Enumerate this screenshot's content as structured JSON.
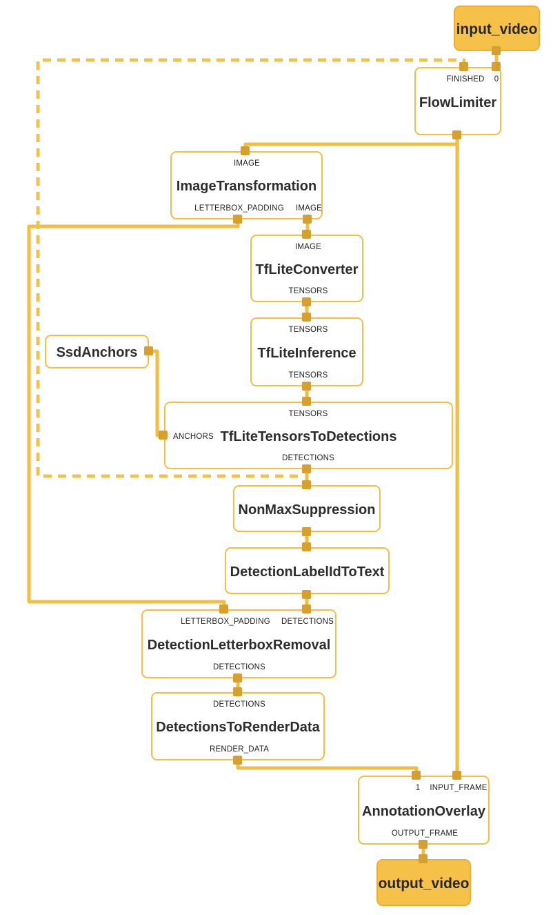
{
  "colors": {
    "edge": "#F2BD43",
    "dashed_edge": "#F4C04C",
    "port_marker": "#D5A02F",
    "node_border": "#F3BE45",
    "node_fill": "#FFFFFF",
    "terminal_fill": "#F6C148",
    "terminal_border": "#EBAE3C",
    "text": "#2D2D2D"
  },
  "nodes": {
    "input_video": {
      "label": "input_video"
    },
    "flow_limiter": {
      "label": "FlowLimiter",
      "ports": {
        "finished": "FINISHED",
        "zero": "0"
      }
    },
    "image_transformation": {
      "label": "ImageTransformation",
      "ports": {
        "image_in": "IMAGE",
        "letterbox_padding_out": "LETTERBOX_PADDING",
        "image_out": "IMAGE"
      }
    },
    "tflite_converter": {
      "label": "TfLiteConverter",
      "ports": {
        "image_in": "IMAGE",
        "tensors_out": "TENSORS"
      }
    },
    "tflite_inference": {
      "label": "TfLiteInference",
      "ports": {
        "tensors_in": "TENSORS",
        "tensors_out": "TENSORS"
      }
    },
    "ssd_anchors": {
      "label": "SsdAnchors"
    },
    "tflite_tensors_to_detections": {
      "label": "TfLiteTensorsToDetections",
      "ports": {
        "tensors_in": "TENSORS",
        "anchors_in": "ANCHORS",
        "detections_out": "DETECTIONS"
      }
    },
    "non_max_suppression": {
      "label": "NonMaxSuppression"
    },
    "detection_label_id_to_text": {
      "label": "DetectionLabelIdToText"
    },
    "detection_letterbox_removal": {
      "label": "DetectionLetterboxRemoval",
      "ports": {
        "letterbox_padding_in": "LETTERBOX_PADDING",
        "detections_in": "DETECTIONS",
        "detections_out": "DETECTIONS"
      }
    },
    "detections_to_render_data": {
      "label": "DetectionsToRenderData",
      "ports": {
        "detections_in": "DETECTIONS",
        "render_data_out": "RENDER_DATA"
      }
    },
    "annotation_overlay": {
      "label": "AnnotationOverlay",
      "ports": {
        "one_in": "1",
        "input_frame_in": "INPUT_FRAME",
        "output_frame_out": "OUTPUT_FRAME"
      }
    },
    "output_video": {
      "label": "output_video"
    }
  },
  "edges": [
    {
      "from": "input_video",
      "to": "FlowLimiter:0",
      "style": "solid"
    },
    {
      "from": "FlowLimiter",
      "to": "ImageTransformation:IMAGE",
      "style": "solid"
    },
    {
      "from": "FlowLimiter",
      "to": "AnnotationOverlay:INPUT_FRAME",
      "style": "solid"
    },
    {
      "from": "TfLiteTensorsToDetections:DETECTIONS",
      "to": "FlowLimiter:FINISHED",
      "style": "dashed"
    },
    {
      "from": "ImageTransformation:LETTERBOX_PADDING",
      "to": "DetectionLetterboxRemoval:LETTERBOX_PADDING",
      "style": "solid"
    },
    {
      "from": "ImageTransformation:IMAGE",
      "to": "TfLiteConverter:IMAGE",
      "style": "solid"
    },
    {
      "from": "TfLiteConverter:TENSORS",
      "to": "TfLiteInference:TENSORS",
      "style": "solid"
    },
    {
      "from": "TfLiteInference:TENSORS",
      "to": "TfLiteTensorsToDetections:TENSORS",
      "style": "solid"
    },
    {
      "from": "SsdAnchors",
      "to": "TfLiteTensorsToDetections:ANCHORS",
      "style": "solid"
    },
    {
      "from": "TfLiteTensorsToDetections:DETECTIONS",
      "to": "NonMaxSuppression",
      "style": "solid"
    },
    {
      "from": "NonMaxSuppression",
      "to": "DetectionLabelIdToText",
      "style": "solid"
    },
    {
      "from": "DetectionLabelIdToText",
      "to": "DetectionLetterboxRemoval:DETECTIONS",
      "style": "solid"
    },
    {
      "from": "DetectionLetterboxRemoval:DETECTIONS",
      "to": "DetectionsToRenderData:DETECTIONS",
      "style": "solid"
    },
    {
      "from": "DetectionsToRenderData:RENDER_DATA",
      "to": "AnnotationOverlay:1",
      "style": "solid"
    },
    {
      "from": "AnnotationOverlay:OUTPUT_FRAME",
      "to": "output_video",
      "style": "solid"
    }
  ]
}
